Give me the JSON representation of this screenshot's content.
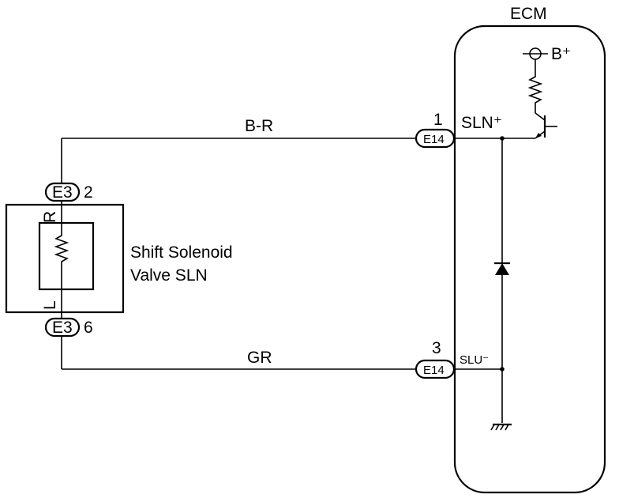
{
  "ecm": {
    "title": "ECM"
  },
  "power": {
    "label": "B⁺"
  },
  "terminals": {
    "sln_plus": "SLN⁺",
    "slu_minus": "SLU⁻"
  },
  "connectors": {
    "ecm_top": {
      "code": "E14",
      "pin": "1"
    },
    "ecm_bottom": {
      "code": "E14",
      "pin": "3"
    },
    "sol_top": {
      "code": "E3",
      "pin": "2"
    },
    "sol_bottom": {
      "code": "E3",
      "pin": "6"
    }
  },
  "wires": {
    "top": "B-R",
    "bottom": "GR",
    "sol_in": "R",
    "sol_out": "L"
  },
  "solenoid": {
    "line1": "Shift Solenoid",
    "line2": "Valve SLN"
  }
}
